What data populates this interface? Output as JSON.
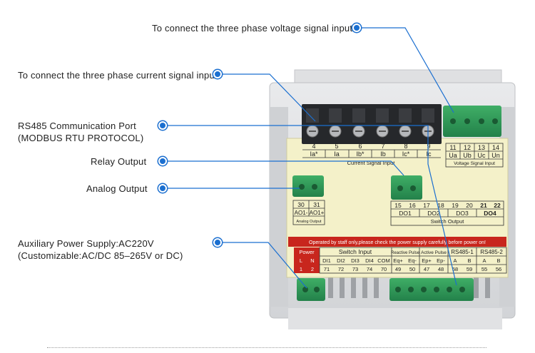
{
  "callouts": {
    "voltage_input": "To connect the three phase voltage signal input",
    "current_input": "To connect the three phase current signal input",
    "rs485_line1": "RS485 Communication Port",
    "rs485_line2": "(MODBUS RTU PROTOCOL)",
    "relay_output": "Relay Output",
    "analog_output": "Analog Output",
    "aux_power_line1": "Auxiliary Power Supply:AC220V",
    "aux_power_line2": "(Customizable:AC/DC 85–265V or DC)"
  },
  "device": {
    "current_terminals": {
      "numbers": [
        "4",
        "5",
        "6",
        "7",
        "8",
        "9"
      ],
      "labels": [
        "Ia*",
        "Ia",
        "Ib*",
        "Ib",
        "Ic*",
        "Ic"
      ],
      "caption": "Current Signal Input"
    },
    "voltage_terminals": {
      "numbers": [
        "11",
        "12",
        "13",
        "14"
      ],
      "labels": [
        "Ua",
        "Ub",
        "Uc",
        "Un"
      ],
      "caption": "Voltage Signal Input"
    },
    "analog_terminals": {
      "numbers": [
        "30",
        "31"
      ],
      "labels": [
        "AO1-",
        "AO1+"
      ],
      "caption": "Analog Output"
    },
    "switch_output": {
      "numbers": [
        "15",
        "16",
        "17",
        "18",
        "19",
        "20",
        "21",
        "22"
      ],
      "groups": [
        "DO1",
        "DO2",
        "DO3",
        "DO4"
      ],
      "caption": "Switch Output"
    },
    "warning": "Operated by staff only,please check the power supply carefully before power on!",
    "bottom_table": {
      "power_label": "Power",
      "power_cols": [
        "L",
        "N"
      ],
      "power_nums": [
        "1",
        "2"
      ],
      "switch_input_label": "Switch Input",
      "switch_input_cols": [
        "DI1",
        "DI2",
        "DI3",
        "DI4",
        "COM"
      ],
      "switch_input_nums": [
        "71",
        "72",
        "73",
        "74",
        "70"
      ],
      "reactive_label": "Reactive Pulse",
      "reactive_cols": [
        "Eq+",
        "Eq-"
      ],
      "reactive_nums": [
        "49",
        "50"
      ],
      "active_label": "Active Pulse",
      "active_cols": [
        "Ep+",
        "Ep-"
      ],
      "active_nums": [
        "47",
        "48"
      ],
      "rs485_1_label": "RS485-1",
      "rs485_1_cols": [
        "A",
        "B"
      ],
      "rs485_1_nums": [
        "58",
        "59"
      ],
      "rs485_2_label": "RS485-2",
      "rs485_2_cols": [
        "A",
        "B"
      ],
      "rs485_2_nums": [
        "55",
        "56"
      ]
    }
  },
  "colors": {
    "accent_blue": "#1b6fd0",
    "terminal_green": "#2f9a55",
    "label_panel": "#f4f1c9",
    "warning_red": "#c8261d"
  }
}
